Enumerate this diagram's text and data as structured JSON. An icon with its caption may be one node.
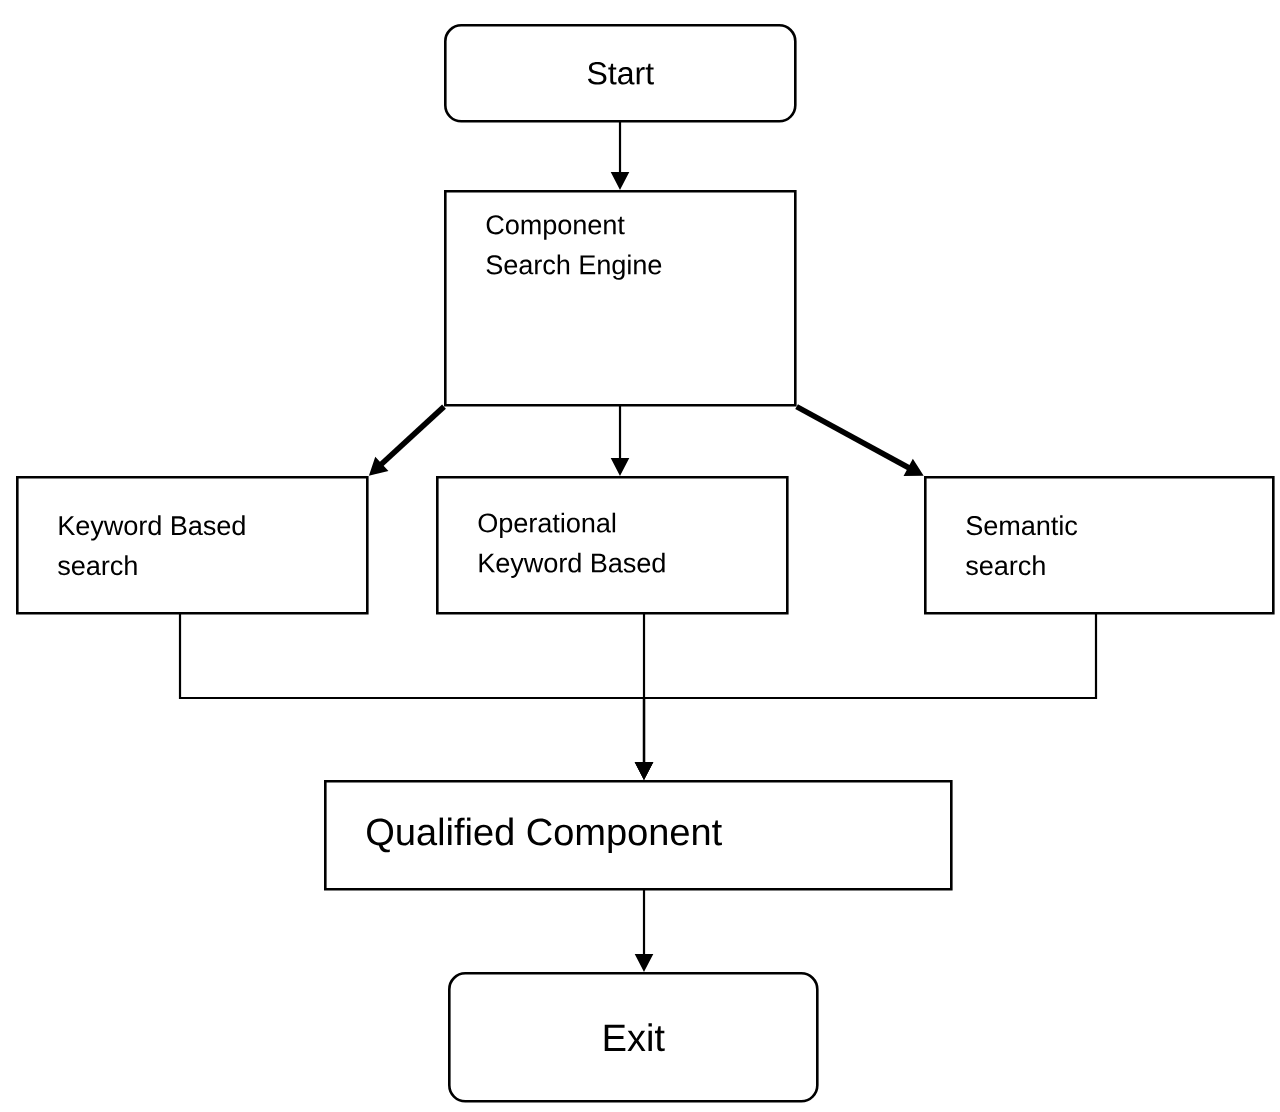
{
  "diagram": {
    "nodes": [
      {
        "text": [
          "Start"
        ]
      },
      {
        "text": [
          "Component Search Engine"
        ]
      },
      {
        "text": [
          "Keyword Based search"
        ]
      },
      {
        "text": [
          "Operational Keyword Based"
        ]
      },
      {
        "text": [
          "Semantic search"
        ]
      },
      {
        "text": [
          "Qualified Component"
        ]
      },
      {
        "text": [
          "Exit"
        ]
      }
    ],
    "edges": [
      {
        "from": 0,
        "to": 1,
        "arrow": "to"
      },
      {
        "from": 1,
        "to": 2,
        "arrow": "to",
        "style": "thick"
      },
      {
        "from": 1,
        "to": 3,
        "arrow": "to"
      },
      {
        "from": 1,
        "to": 4,
        "arrow": "to",
        "style": "thick"
      },
      {
        "from": 2,
        "to": 5,
        "arrow": "to"
      },
      {
        "from": 3,
        "to": 5,
        "arrow": "to"
      },
      {
        "from": 4,
        "to": 5,
        "arrow": "to"
      },
      {
        "from": 5,
        "to": 6,
        "arrow": "to"
      }
    ]
  }
}
